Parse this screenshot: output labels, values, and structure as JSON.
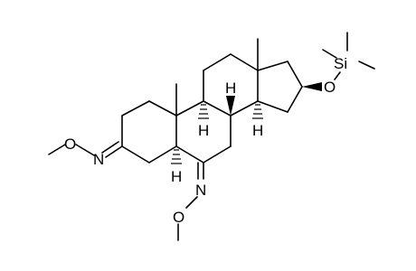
{
  "molecule": {
    "labels": {
      "h_c9": "H",
      "h_c8": "H",
      "h_c14": "H",
      "h_c5": "H",
      "o_silyl": "O",
      "si": "Si",
      "n_c3": "N",
      "o_c3": "O",
      "n_c6": "N",
      "o_c6": "O"
    }
  }
}
